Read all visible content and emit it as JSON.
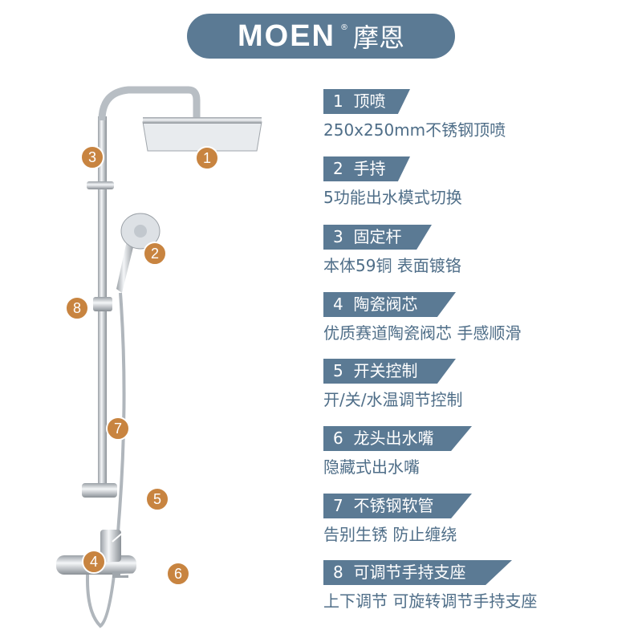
{
  "brand": {
    "name_en": "MOEN",
    "registered": "®",
    "name_cn": "摩恩"
  },
  "features": [
    {
      "num": "1",
      "title": "顶喷",
      "desc": "250x250mm不锈钢顶喷"
    },
    {
      "num": "2",
      "title": "手持",
      "desc": "5功能出水模式切换"
    },
    {
      "num": "3",
      "title": "固定杆",
      "desc": "本体59铜 表面镀铬"
    },
    {
      "num": "4",
      "title": "陶瓷阀芯",
      "desc": "优质赛道陶瓷阀芯 手感顺滑"
    },
    {
      "num": "5",
      "title": "开关控制",
      "desc": "开/关/水温调节控制"
    },
    {
      "num": "6",
      "title": "龙头出水嘴",
      "desc": "隐藏式出水嘴"
    },
    {
      "num": "7",
      "title": "不锈钢软管",
      "desc": "告别生锈 防止缠绕"
    },
    {
      "num": "8",
      "title": "可调节手持支座",
      "desc": "上下调节 可旋转调节手持支座"
    }
  ],
  "colors": {
    "accent": "#5b7a94",
    "text": "#4f6e88",
    "badge": "#c88440"
  }
}
